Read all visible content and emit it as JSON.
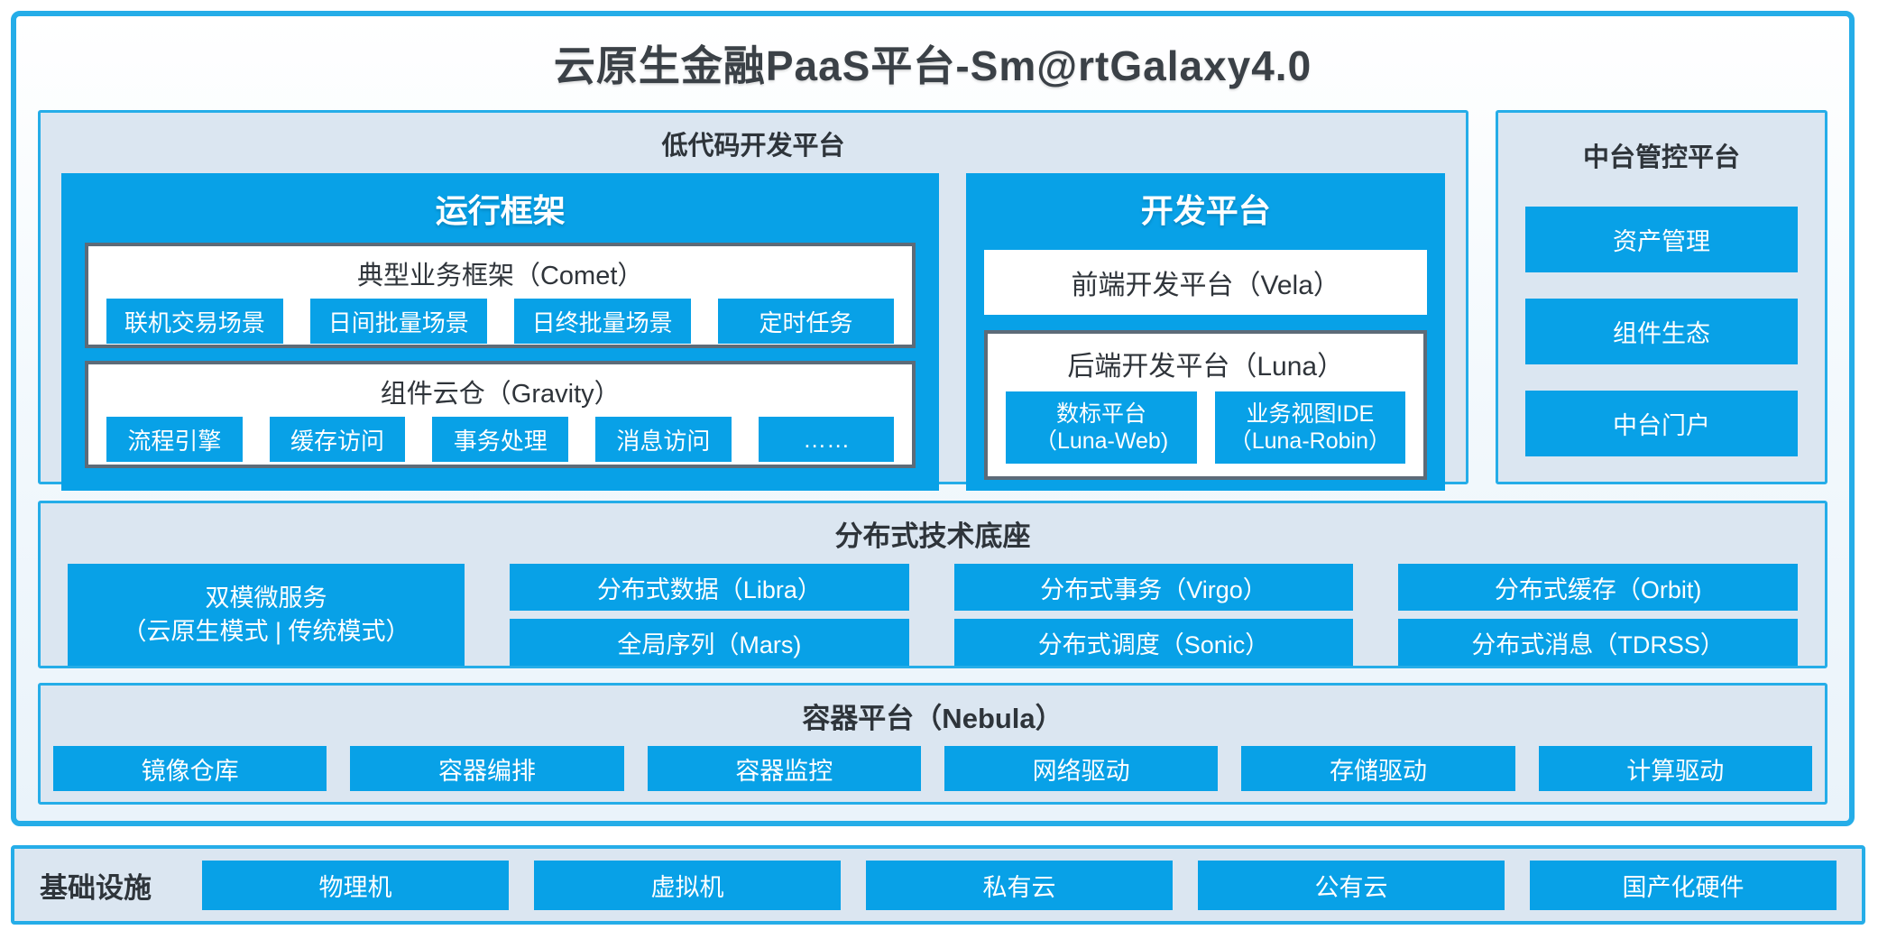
{
  "title": "云原生金融PaaS平台-Sm@rtGalaxy4.0",
  "colors": {
    "accent_blue": "#08a1e7",
    "border_cyan": "#25ade8",
    "panel_bg": "#dbe6f1",
    "box_border_gray": "#5d6b78",
    "dark_text": "#2e343a"
  },
  "low_code": {
    "title": "低代码开发平台",
    "runtime": {
      "title": "运行框架",
      "comet": {
        "title": "典型业务框架（Comet）",
        "items": [
          "联机交易场景",
          "日间批量场景",
          "日终批量场景",
          "定时任务"
        ]
      },
      "gravity": {
        "title": "组件云仓（Gravity）",
        "items": [
          "流程引擎",
          "缓存访问",
          "事务处理",
          "消息访问",
          "……"
        ]
      }
    },
    "dev": {
      "title": "开发平台",
      "vela": "前端开发平台（Vela）",
      "luna": {
        "title": "后端开发平台（Luna）",
        "items": [
          {
            "line1": "数标平台",
            "line2": "（Luna-Web)"
          },
          {
            "line1": "业务视图IDE",
            "line2": "（Luna-Robin）"
          }
        ]
      }
    }
  },
  "midplatform": {
    "title": "中台管控平台",
    "items": [
      "资产管理",
      "组件生态",
      "中台门户"
    ]
  },
  "distributed": {
    "title": "分布式技术底座",
    "dual_mode": {
      "line1": "双模微服务",
      "line2": "（云原生模式 | 传统模式）"
    },
    "col1": [
      "分布式数据（Libra）",
      "全局序列（Mars)"
    ],
    "col2": [
      "分布式事务（Virgo）",
      "分布式调度（Sonic）"
    ],
    "col3": [
      "分布式缓存（Orbit)",
      "分布式消息（TDRSS）"
    ]
  },
  "container": {
    "title": "容器平台（Nebula）",
    "items": [
      "镜像仓库",
      "容器编排",
      "容器监控",
      "网络驱动",
      "存储驱动",
      "计算驱动"
    ]
  },
  "infra": {
    "title": "基础设施",
    "items": [
      "物理机",
      "虚拟机",
      "私有云",
      "公有云",
      "国产化硬件"
    ]
  }
}
